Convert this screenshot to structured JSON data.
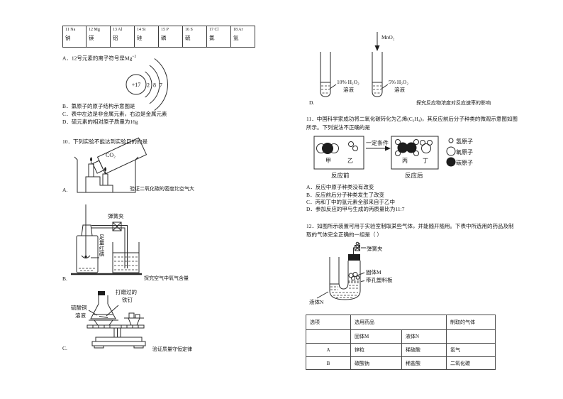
{
  "q9": {
    "elements": [
      {
        "num": "11 Na",
        "name": "钠"
      },
      {
        "num": "12 Mg",
        "name": "镁"
      },
      {
        "num": "13 Al",
        "name": "铝"
      },
      {
        "num": "14 Si",
        "name": "硅"
      },
      {
        "num": "15 P",
        "name": "磷"
      },
      {
        "num": "16 S",
        "name": "硫"
      },
      {
        "num": "17 Cl",
        "name": "氯"
      },
      {
        "num": "18 Ar",
        "name": "氩"
      }
    ],
    "optionA": "A．12号元素的离子符号是Mg",
    "optionA_sup": "+2",
    "atom": {
      "nucleus": "+17",
      "shell1": "2",
      "shell2": "8",
      "shell3": "7"
    },
    "optionB": "B．氯原子的原子结构示意图是",
    "optionC": "C．表中左边是非金属元素，右边是金属元素",
    "optionD": "D．硫元素的相对原子质量为16g"
  },
  "q10": {
    "stem": "10．下列实验不能达到实验目的的是",
    "a": {
      "letter": "A.",
      "caption": "验证二氧化碳的密度比空气大",
      "gas": "CO₂"
    },
    "b": {
      "letter": "B.",
      "caption": "探究空气中氧气含量",
      "clamp": "弹簧夹",
      "phosphorus": "足量红磷"
    },
    "c": {
      "letter": "C.",
      "caption": "验证质量守恒定律",
      "nail_line1": "打磨过的",
      "nail_line2": "铁钉",
      "solution_line1": "硫酸铜",
      "solution_line2": "溶液"
    },
    "d": {
      "letter": "D.",
      "caption": "探究反应物浓度对反应速率的影响",
      "catalyst": "MnO₂",
      "tube1_line1": "10% H₂O₂",
      "tube1_line2": "溶液",
      "tube2_line1": "5% H₂O₂",
      "tube2_line2": "溶液"
    }
  },
  "q11": {
    "stem": "11．中国科学家成功将二氧化碳转化为乙烯(C₂H₄)，其反应前后分子种类的微观示意图如图所示。下列说法不正确的是",
    "diagram": {
      "jia": "甲",
      "yi": "乙",
      "bing": "丙",
      "ding": "丁",
      "condition": "一定条件",
      "before": "反应前",
      "after": "反应后",
      "legend_h": "氢原子",
      "legend_o": "氧原子",
      "legend_c": "碳原子"
    },
    "optionA": "A．反应中原子种类没有改变",
    "optionB": "B．反应前后分子种类发生了改变",
    "optionC": "C．丙和丁中的氢元素全部来自于乙中",
    "optionD": "D．参加反应的甲与生成的丙质量比为11:7"
  },
  "q12": {
    "stem": "12．如图所示装置可用于实验室制取某些气体，并能随开随用。下表中所选用的药品及制取的气体完全正确的一组是（ ）",
    "labels": {
      "clamp": "弹簧夹",
      "solid": "固体M",
      "plate": "带孔塑料板",
      "liquid": "液体N"
    },
    "table": {
      "h_option": "选项",
      "h_reagents": "选用药品",
      "h_gas": "制取的气体",
      "h_solid": "固体M",
      "h_liquid": "液体N",
      "rows": [
        {
          "option": "A",
          "solid": "锌粒",
          "liquid": "稀硫酸",
          "gas": "氢气"
        },
        {
          "option": "B",
          "solid": "碳酸钠",
          "liquid": "稀盐酸",
          "gas": "二氧化碳"
        }
      ]
    }
  }
}
